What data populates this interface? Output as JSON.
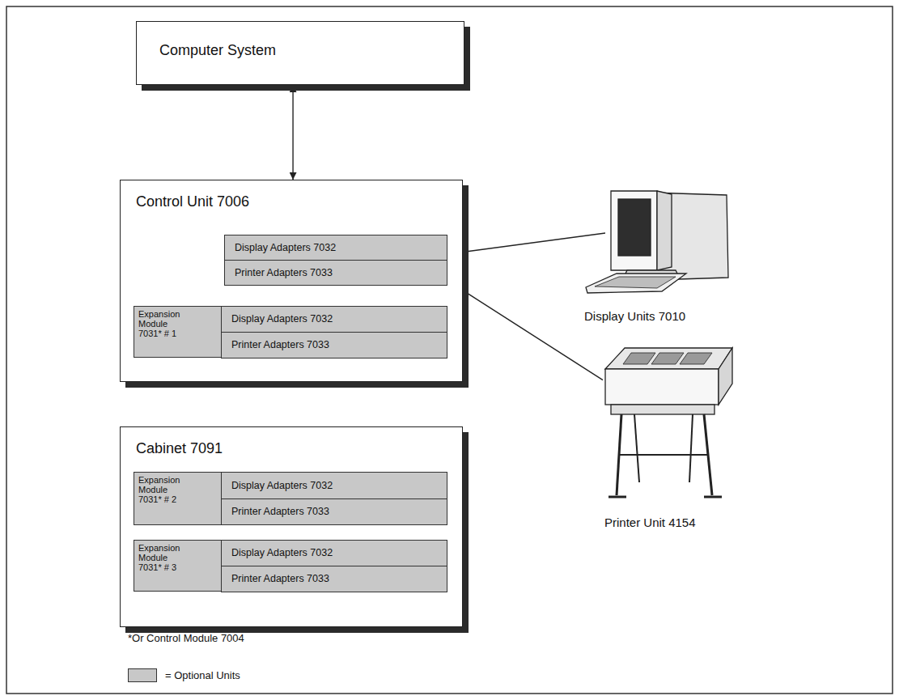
{
  "diagram": {
    "nodes": [
      {
        "text": [
          "Computer System"
        ]
      },
      {
        "text": [
          "Control Unit 7006"
        ]
      },
      {
        "text": [
          "Display Adapters 7032"
        ],
        "in": 1
      },
      {
        "text": [
          "Printer Adapters 7033"
        ],
        "in": 1
      },
      {
        "text": [
          "Expansion Module 7031* # 1"
        ],
        "in": 1
      },
      {
        "text": [
          "Display Adapters 7032"
        ],
        "in": 4
      },
      {
        "text": [
          "Printer Adapters 7033"
        ],
        "in": 4
      },
      {
        "text": [
          "Display Units 7010"
        ]
      },
      {
        "text": [
          "Printer Unit 4154"
        ]
      },
      {
        "text": [
          "Cabinet 7091"
        ]
      },
      {
        "text": [
          "Expansion Module 7031* # 2"
        ],
        "in": 9
      },
      {
        "text": [
          "Display Adapters 7032"
        ],
        "in": 10
      },
      {
        "text": [
          "Printer Adapters 7033"
        ],
        "in": 10
      },
      {
        "text": [
          "Expansion Module 7031* # 3"
        ],
        "in": 9
      },
      {
        "text": [
          "Display Adapters 7032"
        ],
        "in": 13
      },
      {
        "text": [
          "Printer Adapters 7033"
        ],
        "in": 13
      }
    ],
    "edges": [
      {
        "from": 0,
        "to": 1,
        "arrow": "both"
      },
      {
        "from": 2,
        "to": 7,
        "arrow": "none"
      },
      {
        "from": 3,
        "to": 8,
        "arrow": "none"
      }
    ],
    "labels": [
      "*Or Control Module 7004"
    ],
    "legend": [
      {
        "text": "= Optional Units",
        "color": "#c8c8c8"
      }
    ]
  }
}
